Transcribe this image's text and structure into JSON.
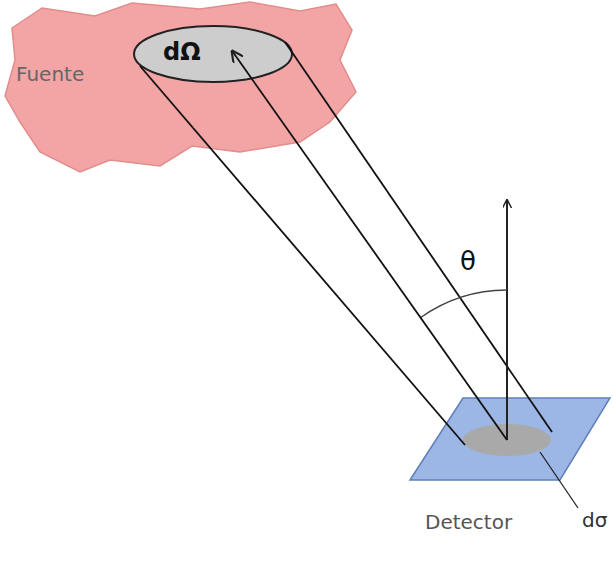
{
  "diagram": {
    "nodes": [
      {
        "text": [
          "Fuente"
        ]
      },
      {
        "text": [
          "dΩ"
        ],
        "in": 0
      },
      {
        "text": [
          "Detector"
        ]
      },
      {
        "text": [
          "dσ"
        ],
        "in": 2
      }
    ],
    "edges": [
      {
        "from": 3,
        "to": 1,
        "arrow": "to"
      }
    ],
    "labels": [
      "θ"
    ]
  }
}
